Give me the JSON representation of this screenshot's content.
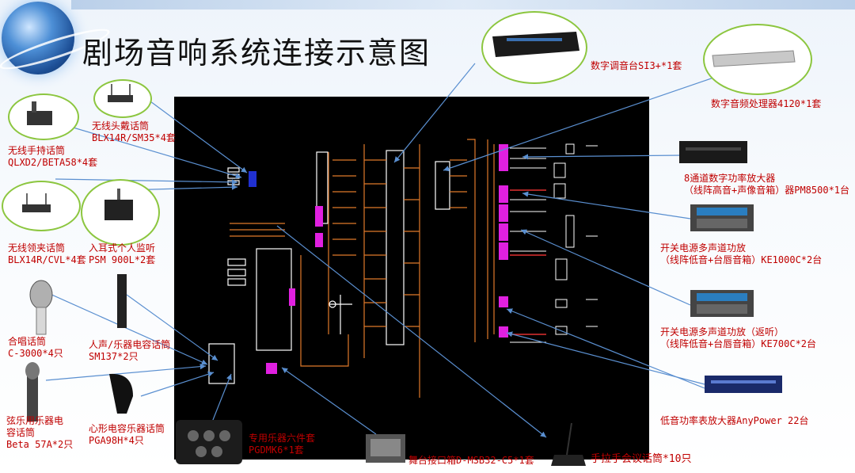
{
  "title": "剧场音响系统连接示意图",
  "labels": {
    "wireless_headset": [
      "无线头戴话筒",
      "BLX14R/SM35*4套"
    ],
    "wireless_handheld": [
      "无线手持话筒",
      "QLXD2/BETA58*4套"
    ],
    "wireless_lavalier": [
      "无线领夹话筒",
      "BLX14R/CVL*4套"
    ],
    "in_ear_monitor": [
      "入耳式个人监听",
      "PSM 900L*2套"
    ],
    "choir_mic": [
      "合唱话筒",
      "C-3000*4只"
    ],
    "vocal_inst_mic": [
      "人声/乐器电容话筒",
      "SM137*2只"
    ],
    "string_mic": [
      "弦乐用乐器电",
      "容话筒",
      "Beta 57A*2只"
    ],
    "cardioid_mic": [
      "心形电容乐器话筒",
      "PGA98H*4只"
    ],
    "drum_kit": [
      "专用乐器六件套",
      "PGDMK6*1套"
    ],
    "stage_box": "舞台接口箱D-MSB32-C5*1套",
    "conference_mic": "手拉手会议话筒*10只",
    "digital_mixer": "数字调音台SI3+*1套",
    "dsp": "数字音频处理器4120*1套",
    "amp_8ch": [
      "8通道数字功率放大器",
      "（线阵高音+声像音箱）器PM8500*1台"
    ],
    "amp_ke1000": [
      "开关电源多声道功放",
      "（线阵低音+台唇音箱）KE1000C*2台"
    ],
    "amp_ke700": [
      "开关电源多声道功放（返听）",
      "（线阵低音+台唇音箱）KE700C*2台"
    ],
    "amp_sub": "低音功率表放大器AnyPower 22台"
  },
  "colors": {
    "label": "#c00000",
    "ellipse_border": "#8cc63f",
    "arrow": "#5a8fd0",
    "board": "#000000",
    "wire": "#e0792a"
  },
  "icons": [
    "globe-logo-icon",
    "microphone-icon",
    "mixer-icon",
    "amplifier-icon",
    "processor-icon",
    "stage-box-icon",
    "drum-mic-case-icon"
  ]
}
